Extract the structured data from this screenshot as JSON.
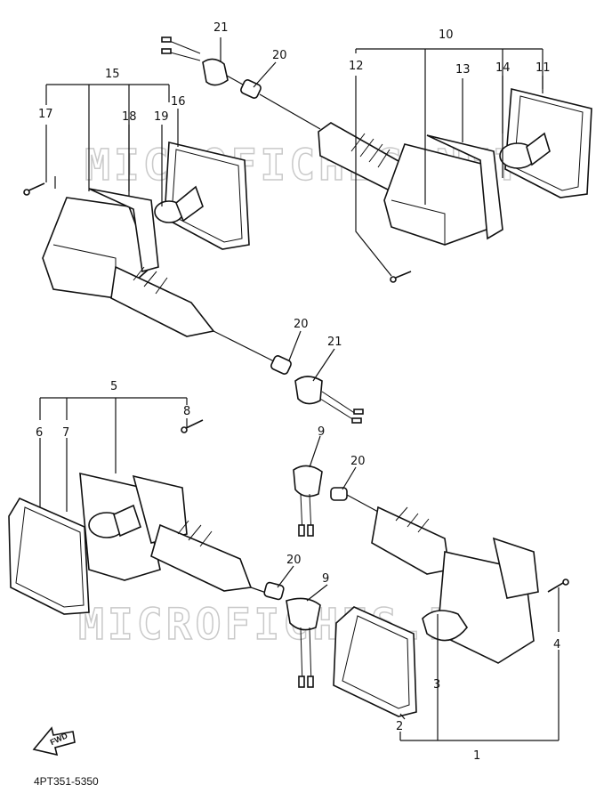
{
  "diagram": {
    "callouts": [
      "1",
      "2",
      "3",
      "4",
      "5",
      "6",
      "7",
      "8",
      "9",
      "10",
      "11",
      "12",
      "13",
      "14",
      "15",
      "16",
      "17",
      "18",
      "19",
      "20",
      "21"
    ],
    "watermark": "MICROFICHES.NET",
    "forward_label": "FWD",
    "part_code": "4PT351-5350"
  }
}
